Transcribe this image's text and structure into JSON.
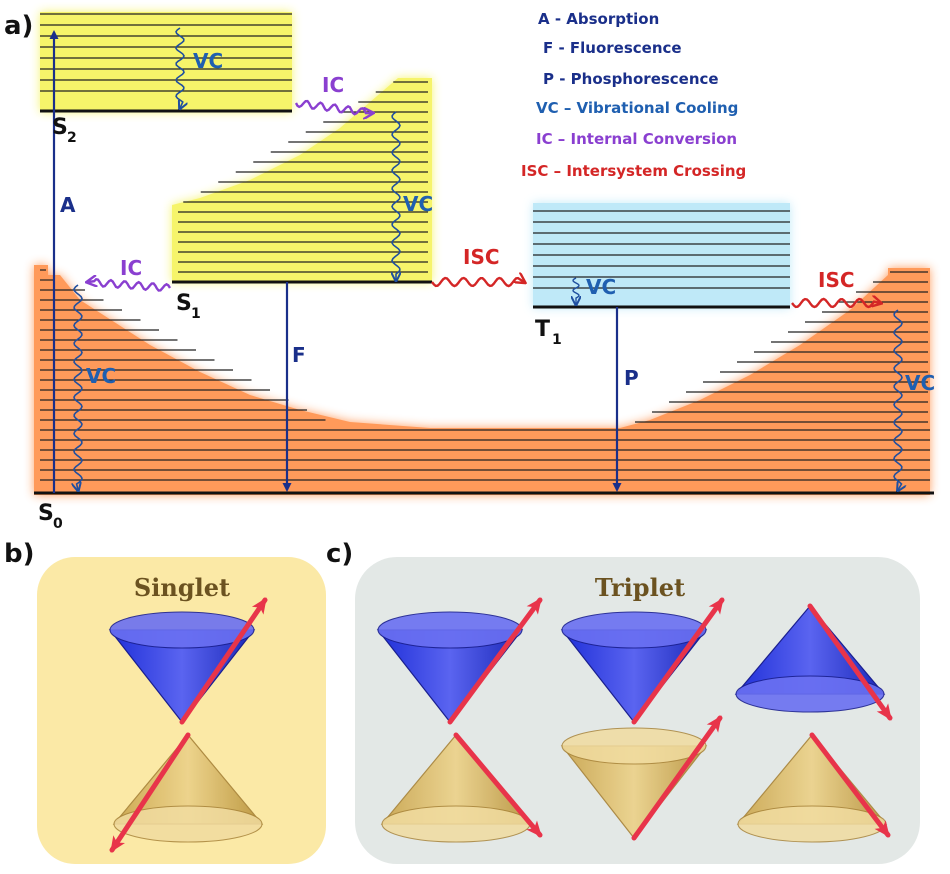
{
  "colors": {
    "ground_band": "#ff9a5a",
    "singlet_band": "#f6f46a",
    "triplet_band": "#bfe9f8",
    "radiative_arrow": "#1a2f8a",
    "vc_arrow": "#1f4fa0",
    "ic_arrow": "#8a3fd0",
    "isc_arrow": "#d42626",
    "singlet_box": "#fbe9a6",
    "triplet_box": "#e3e8e6",
    "upper_cone": "#3b46e8",
    "lower_cone": "#d7bb6c",
    "spin_vector": "#e8344a"
  },
  "panels": {
    "a": "a)",
    "b": "b)",
    "c": "c)"
  },
  "states": {
    "s0": {
      "main": "S",
      "sub": "0"
    },
    "s1": {
      "main": "S",
      "sub": "1"
    },
    "s2": {
      "main": "S",
      "sub": "2"
    },
    "t1": {
      "main": "T",
      "sub": "1"
    }
  },
  "arrows": {
    "absorption": "A",
    "fluorescence": "F",
    "phosphorescence": "P",
    "vc": "VC",
    "ic": "IC",
    "isc": "ISC"
  },
  "legend": [
    {
      "text": "A - Absorption",
      "color": "#1a2f8a"
    },
    {
      "text": "F - Fluorescence",
      "color": "#1a2f8a"
    },
    {
      "text": "P - Phosphorescence",
      "color": "#1a2f8a"
    },
    {
      "text": "VC – Vibrational Cooling",
      "color": "#1f5fb0"
    },
    {
      "text": "IC – Internal Conversion",
      "color": "#8a3fd0"
    },
    {
      "text": "ISC – Intersystem Crossing",
      "color": "#d42626"
    }
  ],
  "spin": {
    "singlet_title": "Singlet",
    "triplet_title": "Triplet"
  }
}
